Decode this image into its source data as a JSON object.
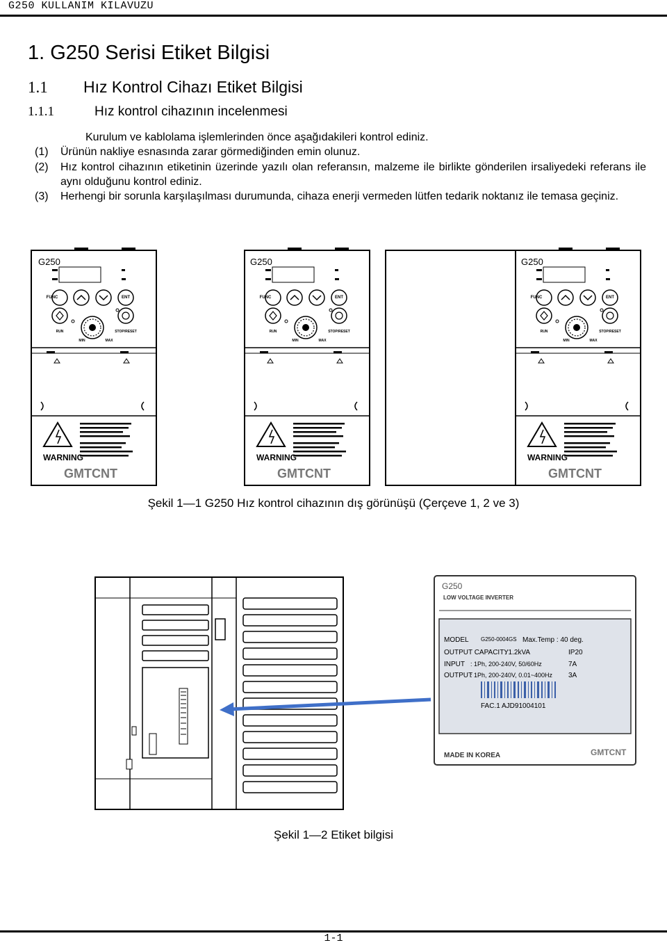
{
  "running_header": "G250 KULLANIM KILAVUZU",
  "heading1": "1. G250 Serisi Etiket Bilgisi",
  "heading2": {
    "number": "1.1",
    "title": "Hız Kontrol Cihazı Etiket Bilgisi"
  },
  "heading3": {
    "number": "1.1.1",
    "title": "Hız kontrol cihazının incelenmesi"
  },
  "intro": "Kurulum ve kablolama işlemlerinden önce aşağıdakileri kontrol ediniz.",
  "items": [
    {
      "label": "(1)",
      "text": "Ürünün nakliye esnasında zarar görmediğinden emin olunuz."
    },
    {
      "label": "(2)",
      "text": "Hız kontrol cihazının etiketinin üzerinde yazılı olan referansın, malzeme ile birlikte gönderilen irsaliyedeki referans ile aynı olduğunu kontrol ediniz."
    },
    {
      "label": "(3)",
      "text": "Herhengi bir sorunla karşılaşılması durumunda, cihaza enerji vermeden lütfen tedarik noktanız ile temasa geçiniz."
    }
  ],
  "figure1": {
    "units": [
      {
        "model": "G250",
        "brand": "GMTCNT",
        "warning": "WARNING"
      },
      {
        "model": "G250",
        "brand": "GMTCNT",
        "warning": "WARNING"
      },
      {
        "model": "G250",
        "brand": "GMTCNT",
        "warning": "WARNING"
      }
    ],
    "keys": {
      "func": "FUNC",
      "ent": "ENT",
      "run": "RUN",
      "stop": "STOP/RESET",
      "min": "MIN",
      "max": "MAX"
    },
    "caption": "Şekil 1—1 G250 Hız kontrol cihazının dış görünüşü (Çerçeve 1, 2 ve 3)"
  },
  "figure2": {
    "label": {
      "model_name": "G250",
      "subtitle": "LOW VOLTAGE INVERTER",
      "model_key": "MODEL",
      "model_value": "G250-0004GS",
      "max_temp": "Max.Temp : 40 deg.",
      "capacity_key": "OUTPUT CAPACITY",
      "capacity_value": ": 1.2kVA",
      "ip": "IP20",
      "input_key": "INPUT",
      "input_value": ": 1Ph,  200-240V,  50/60Hz",
      "input_current": "7A",
      "output_key": "OUTPUT",
      "output_value": ": 1Ph,  200-240V,  0.01~400Hz",
      "output_current": "3A",
      "fac": "FAC.1 AJD91004101",
      "made_in": "MADE IN KOREA",
      "brand": "GMTCNT"
    },
    "caption": "Şekil 1—2 Etiket bilgisi"
  },
  "page_number": "1-1",
  "colors": {
    "arrow": "#3f6fc8",
    "label_frame": "#333333",
    "label_panel": "#dfe3ea"
  }
}
